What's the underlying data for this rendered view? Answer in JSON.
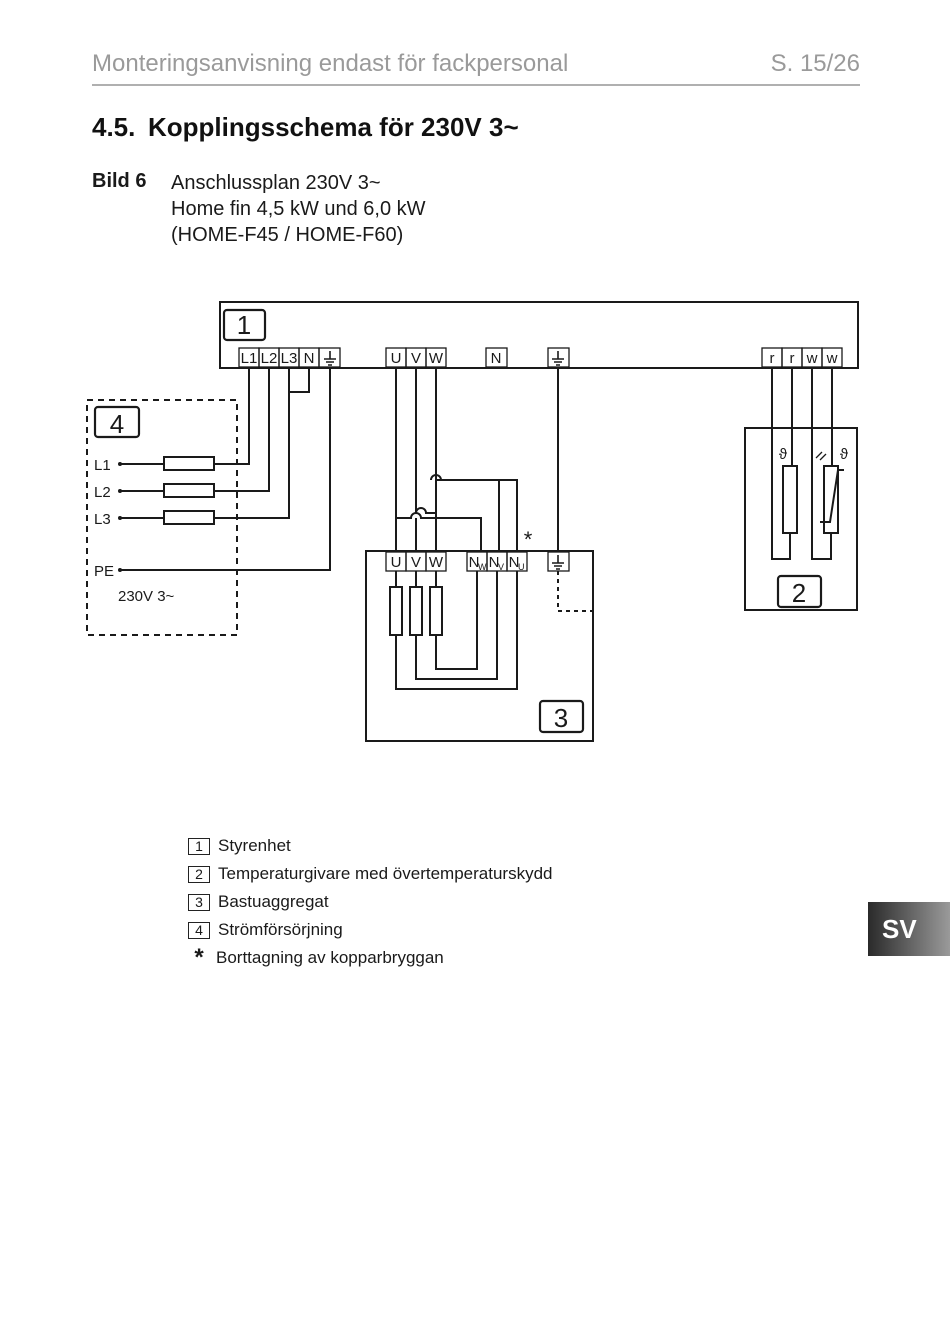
{
  "header": {
    "title": "Monteringsanvisning endast för fackpersonal",
    "page": "S. 15/26"
  },
  "section": {
    "number": "4.5.",
    "title": "Kopplingsschema för 230V 3~"
  },
  "figure": {
    "label": "Bild 6",
    "caption_lines": [
      "Anschlussplan 230V 3~",
      "Home fin 4,5 kW und 6,0 kW",
      "(HOME-F45 / HOME-F60)"
    ]
  },
  "diagram": {
    "controller": {
      "id": "1",
      "terminals_supply": [
        "L1",
        "L2",
        "L3",
        "N"
      ],
      "terminals_heater": [
        "U",
        "V",
        "W"
      ],
      "terminal_neutral": "N",
      "terminals_sensor": [
        "r",
        "r",
        "w",
        "w"
      ]
    },
    "power_supply": {
      "id": "4",
      "lines": [
        "L1",
        "L2",
        "L3"
      ],
      "pe": "PE",
      "voltage": "230V 3~"
    },
    "heater": {
      "id": "3",
      "terminals": [
        "U",
        "V",
        "W"
      ],
      "neutral_terminals": [
        "N",
        "N",
        "N"
      ],
      "neutral_subscripts": [
        "W",
        "V",
        "U"
      ],
      "bridge_marker": "*"
    },
    "sensor": {
      "id": "2",
      "symbol_temp": "ϑ",
      "symbol_overtemp": "ϑ"
    }
  },
  "legend": {
    "items": [
      {
        "key": "1",
        "text": "Styrenhet"
      },
      {
        "key": "2",
        "text": "Temperaturgivare med övertemperaturskydd"
      },
      {
        "key": "3",
        "text": "Bastuaggregat"
      },
      {
        "key": "4",
        "text": "Strömförsörjning"
      }
    ],
    "note_key": "*",
    "note_text": "Borttagning av kopparbryggan"
  },
  "language_tab": "SV"
}
